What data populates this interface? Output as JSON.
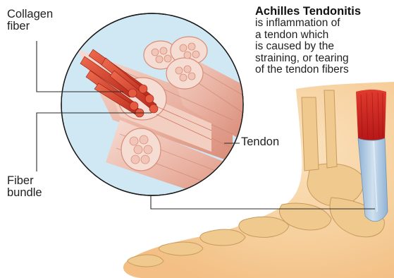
{
  "title": "Achilles Tendonitis",
  "description_lines": [
    "is inflammation of",
    "a tendon which",
    "is caused by the",
    "straining, or tearing",
    "of the tendon fibers"
  ],
  "labels": {
    "collagen": [
      "Collagen",
      "fiber"
    ],
    "fiber_bundle": [
      "Fiber",
      "bundle"
    ],
    "tendon": "Tendon"
  },
  "colors": {
    "skin": "#f6cf9c",
    "bone": "#efc98e",
    "inflamed_muscle": "#d21f1f",
    "tendon_blue": "#aec8e0",
    "fiber_red": "#d8402a",
    "bundle_pink": "#efc2b6",
    "leader_line": "#2a2a2a"
  }
}
